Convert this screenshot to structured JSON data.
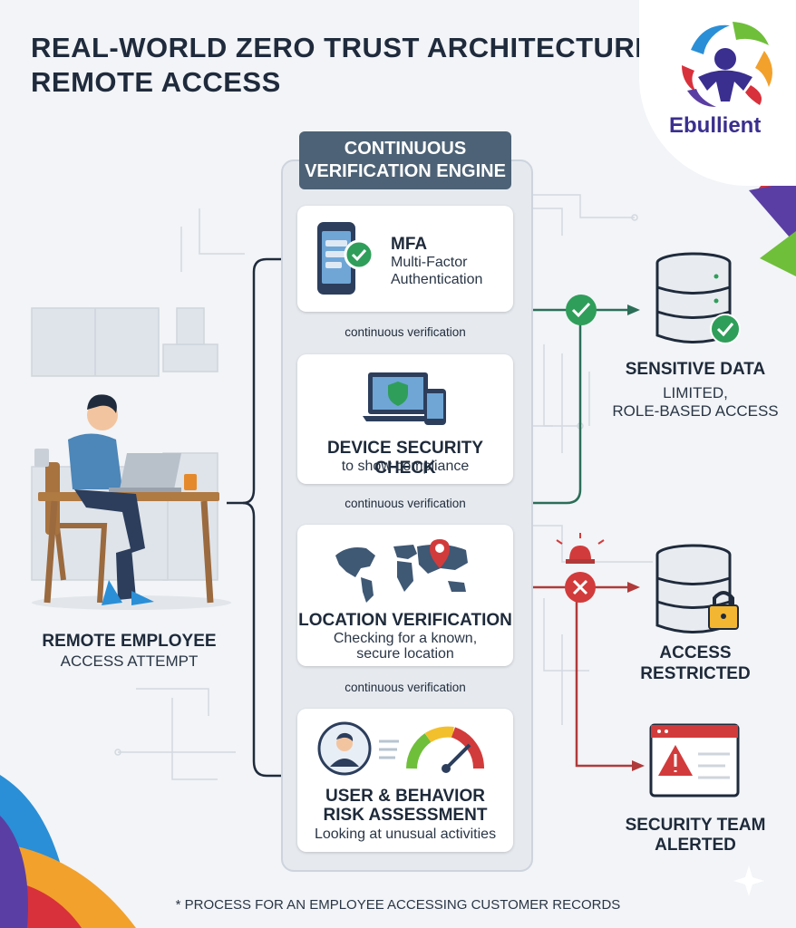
{
  "title": {
    "line1": "REAL-WORLD ZERO TRUST ARCHITECTURE:",
    "line2": "REMOTE ACCESS"
  },
  "logo": {
    "name": "Ebullient"
  },
  "engine": {
    "line1": "CONTINUOUS",
    "line2": "VERIFICATION ENGINE"
  },
  "cards": {
    "mfa": {
      "title": "MFA",
      "sub1": "Multi-Factor",
      "sub2": "Authentication"
    },
    "device": {
      "title": "DEVICE SECURITY CHECK",
      "sub": "to show compliance"
    },
    "location": {
      "title": "LOCATION VERIFICATION",
      "sub1": "Checking for a known,",
      "sub2": "secure location"
    },
    "user": {
      "title1": "USER & BEHAVIOR",
      "title2": "RISK ASSESSMENT",
      "sub": "Looking at unusual activities"
    }
  },
  "connector_label": "continuous verification",
  "employee": {
    "line1": "REMOTE EMPLOYEE",
    "line2": "ACCESS ATTEMPT"
  },
  "outcomes": {
    "sensitive": {
      "title": "SENSITIVE DATA",
      "sub1": "LIMITED,",
      "sub2": "ROLE-BASED ACCESS"
    },
    "restricted": {
      "line1": "ACCESS",
      "line2": "RESTRICTED"
    },
    "alerted": {
      "line1": "SECURITY TEAM",
      "line2": "ALERTED"
    }
  },
  "footnote": "* PROCESS FOR AN EMPLOYEE ACCESSING CUSTOMER RECORDS",
  "colors": {
    "green": "#2f9e5a",
    "red": "#d23b3b",
    "navy": "#1f2b3c",
    "slate": "#4d6276",
    "flow_green": "#2c6e58",
    "flow_red": "#b03a3a"
  }
}
